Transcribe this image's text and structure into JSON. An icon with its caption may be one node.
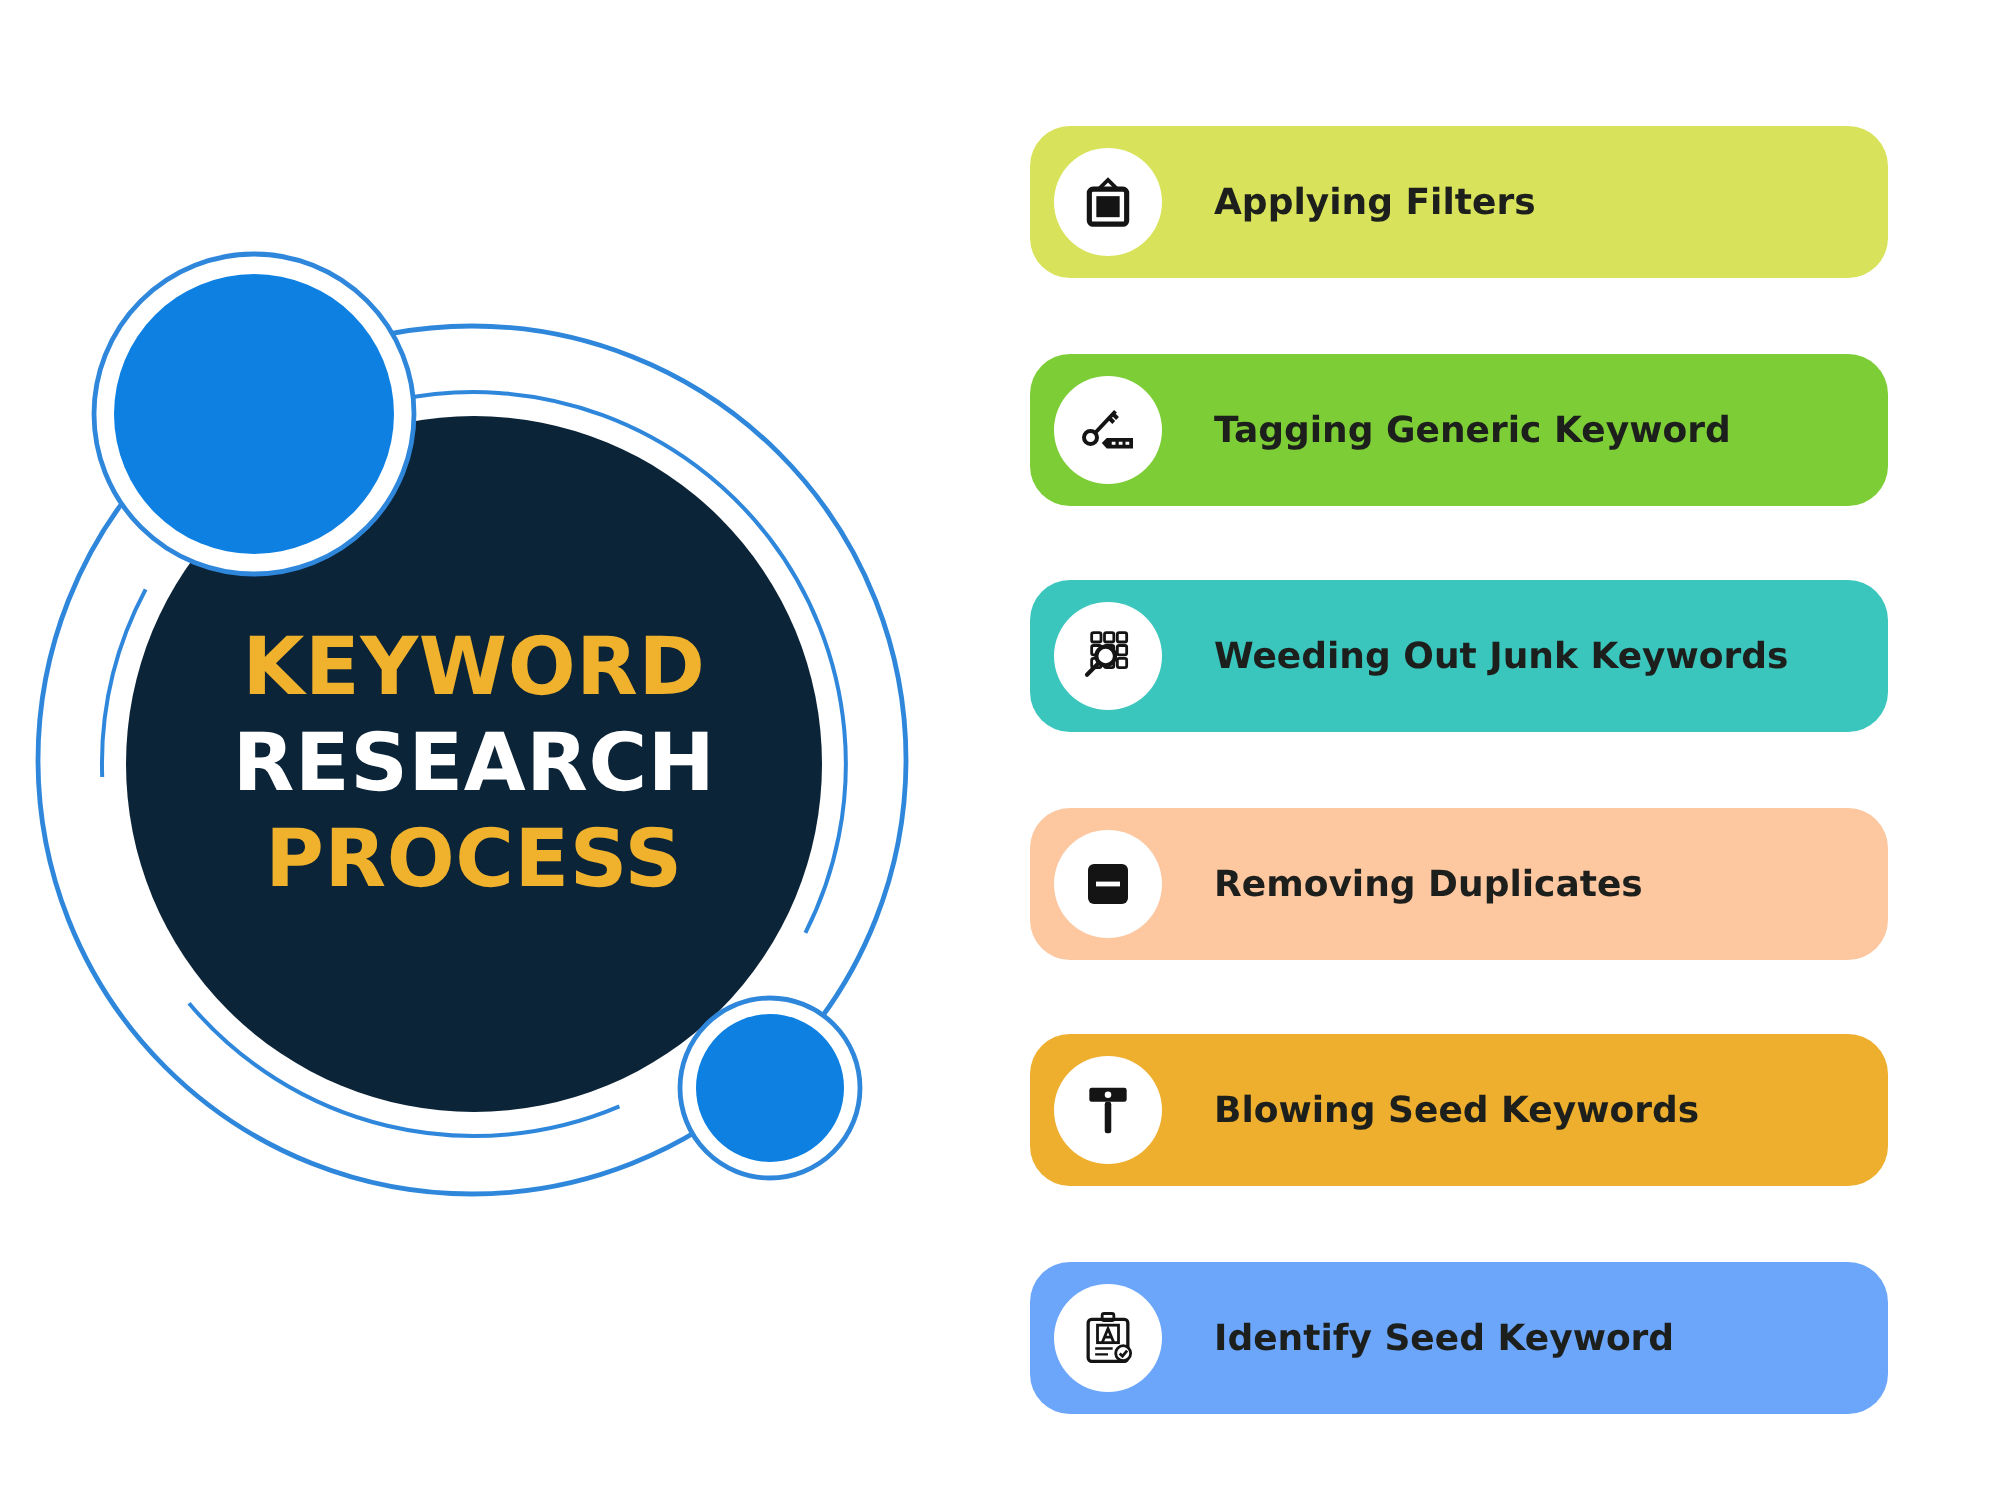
{
  "diagram": {
    "nodes": [
      {
        "text": [
          "KEYWORD RESEARCH PROCESS"
        ]
      },
      {
        "text": [
          "Applying Filters"
        ]
      },
      {
        "text": [
          "Tagging Generic Keyword"
        ]
      },
      {
        "text": [
          "Weeding Out Junk Keywords"
        ]
      },
      {
        "text": [
          "Removing Duplicates"
        ]
      },
      {
        "text": [
          "Blowing Seed Keywords"
        ]
      },
      {
        "text": [
          "Identify Seed Keyword"
        ]
      }
    ]
  }
}
